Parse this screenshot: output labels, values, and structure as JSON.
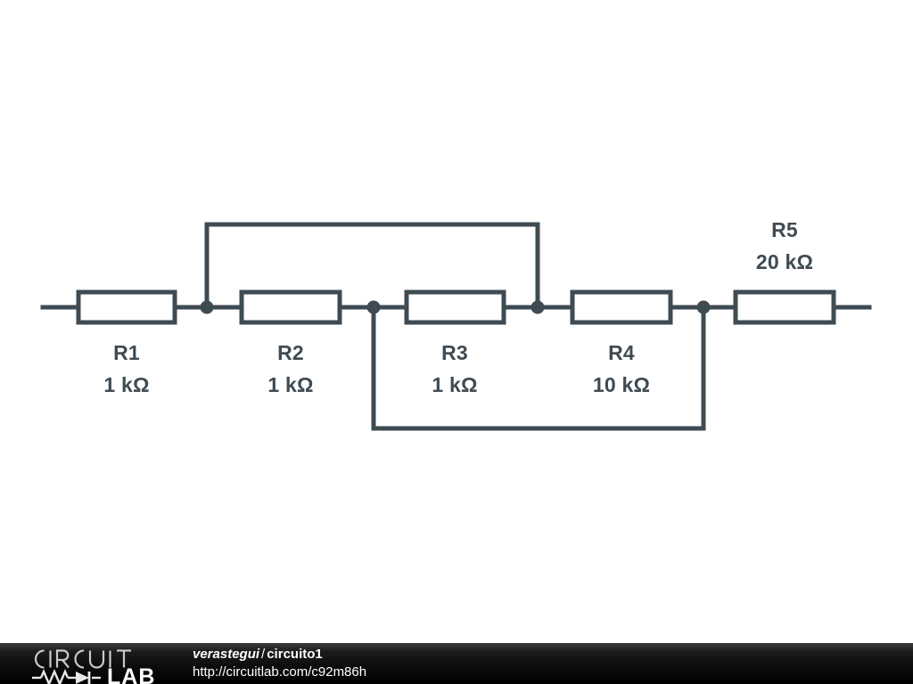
{
  "canvas": {
    "background_color": "#ffffff",
    "wire_color": "#3f4b53"
  },
  "schematic": {
    "title": "circuito1",
    "components": [
      {
        "id": "R1",
        "name": "R1",
        "value": "1 kΩ",
        "type": "resistor",
        "label_position": "below"
      },
      {
        "id": "R2",
        "name": "R2",
        "value": "1 kΩ",
        "type": "resistor",
        "label_position": "below"
      },
      {
        "id": "R3",
        "name": "R3",
        "value": "1 kΩ",
        "type": "resistor",
        "label_position": "below"
      },
      {
        "id": "R4",
        "name": "R4",
        "value": "10 kΩ",
        "type": "resistor",
        "label_position": "below"
      },
      {
        "id": "R5",
        "name": "R5",
        "value": "20 kΩ",
        "type": "resistor",
        "label_position": "above"
      }
    ],
    "junction_count": 4
  },
  "footer": {
    "logo": {
      "word_top": "CIRCUIT",
      "word_bottom": "LAB"
    },
    "username": "verastegui",
    "separator": "/",
    "project": "circuito1",
    "url": "http://circuitlab.com/c92m86h",
    "background_color": "#000000",
    "text_color": "#ffffff"
  }
}
